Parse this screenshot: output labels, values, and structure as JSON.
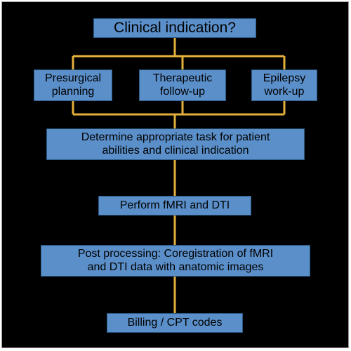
{
  "colors": {
    "background": "#000000",
    "box_fill": "#5b8fc9",
    "connector": "#e4b03c"
  },
  "diagram": {
    "title": "Clinical indication?",
    "branches": [
      "Presurgical\nplanning",
      "Therapeutic\nfollow-up",
      "Epilepsy\nwork-up"
    ],
    "steps": [
      "Determine appropriate task for patient\nabilities and clinical indication",
      "Perform fMRI and DTI",
      "Post processing: Coregistration of fMRI\nand DTI data with anatomic images",
      "Billing / CPT codes"
    ]
  }
}
